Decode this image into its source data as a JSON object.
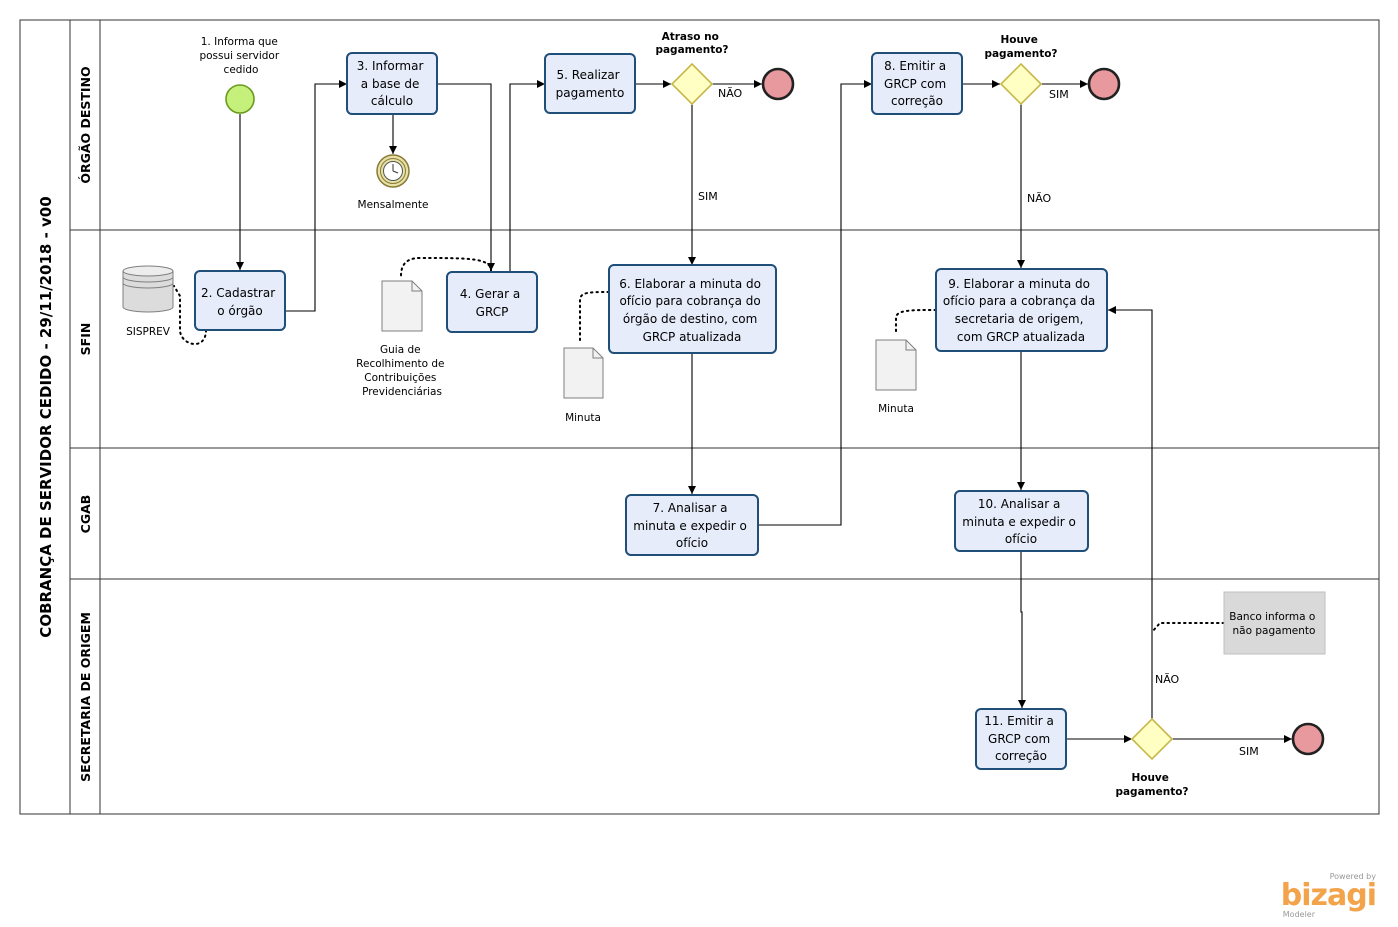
{
  "pool": {
    "title": "COBRANÇA DE SERVIDOR CEDIDO - 29/11/2018 - v00"
  },
  "lanes": [
    {
      "title": "ÓRGÃO DESTINO"
    },
    {
      "title": "SFIN"
    },
    {
      "title": "CGAB"
    },
    {
      "title": "SECRETARIA DE ORIGEM"
    }
  ],
  "start_event": {
    "label_lines": [
      "1. Informa que",
      "possui servidor",
      "cedido"
    ],
    "color": "#C6F07C"
  },
  "timer_event": {
    "label": "Mensalmente"
  },
  "tasks": {
    "t2": {
      "lines": [
        "2. Cadastrar",
        "o órgão"
      ]
    },
    "t3": {
      "lines": [
        "3. Informar",
        "a base de",
        "cálculo"
      ]
    },
    "t4": {
      "lines": [
        "4. Gerar a",
        "GRCP"
      ]
    },
    "t5": {
      "lines": [
        "5. Realizar",
        "pagamento"
      ]
    },
    "t6": {
      "lines": [
        "6. Elaborar a minuta do",
        "ofício para cobrança do",
        "órgão de destino, com",
        "GRCP atualizada"
      ]
    },
    "t7": {
      "lines": [
        "7. Analisar a",
        "minuta e expedir o",
        "ofício"
      ]
    },
    "t8": {
      "lines": [
        "8. Emitir a",
        "GRCP com",
        "correção"
      ]
    },
    "t9": {
      "lines": [
        "9. Elaborar a minuta do",
        "ofício para a cobrança da",
        "secretaria de origem,",
        "com GRCP atualizada"
      ]
    },
    "t10": {
      "lines": [
        "10. Analisar a",
        "minuta e expedir o",
        "ofício"
      ]
    },
    "t11": {
      "lines": [
        "11. Emitir a",
        "GRCP com",
        "correção"
      ]
    }
  },
  "gateways": {
    "g1": {
      "label_lines": [
        "Atraso no",
        "pagamento?"
      ]
    },
    "g2": {
      "label_lines": [
        "Houve",
        "pagamento?"
      ]
    },
    "g3": {
      "label_lines": [
        "Houve",
        "pagamento?"
      ]
    }
  },
  "flow_labels": {
    "g1_nao": "NÃO",
    "g1_sim": "SIM",
    "g2_sim": "SIM",
    "g2_nao": "NÃO",
    "g3_nao": "NÃO",
    "g3_sim": "SIM"
  },
  "artifacts": {
    "sisprev": {
      "label": "SISPREV"
    },
    "guia": {
      "label_lines": [
        "Guia de",
        "Recolhimento de",
        "Contribuições",
        "Previdenciárias"
      ]
    },
    "minuta1": {
      "label": "Minuta"
    },
    "minuta2": {
      "label": "Minuta"
    },
    "annotation": {
      "lines": [
        "Banco informa o",
        "não pagamento"
      ]
    }
  },
  "colors": {
    "task_fill": "#E6ECFA",
    "task_stroke": "#1F4E79",
    "gateway_fill": "#FFFFC4",
    "gateway_stroke": "#C8B84A",
    "end_fill": "#E8999E",
    "end_stroke": "#222222",
    "timer_fill": "#E6E1A6"
  },
  "branding": {
    "powered": "Powered by",
    "name": "bizagi",
    "product": "Modeler"
  }
}
